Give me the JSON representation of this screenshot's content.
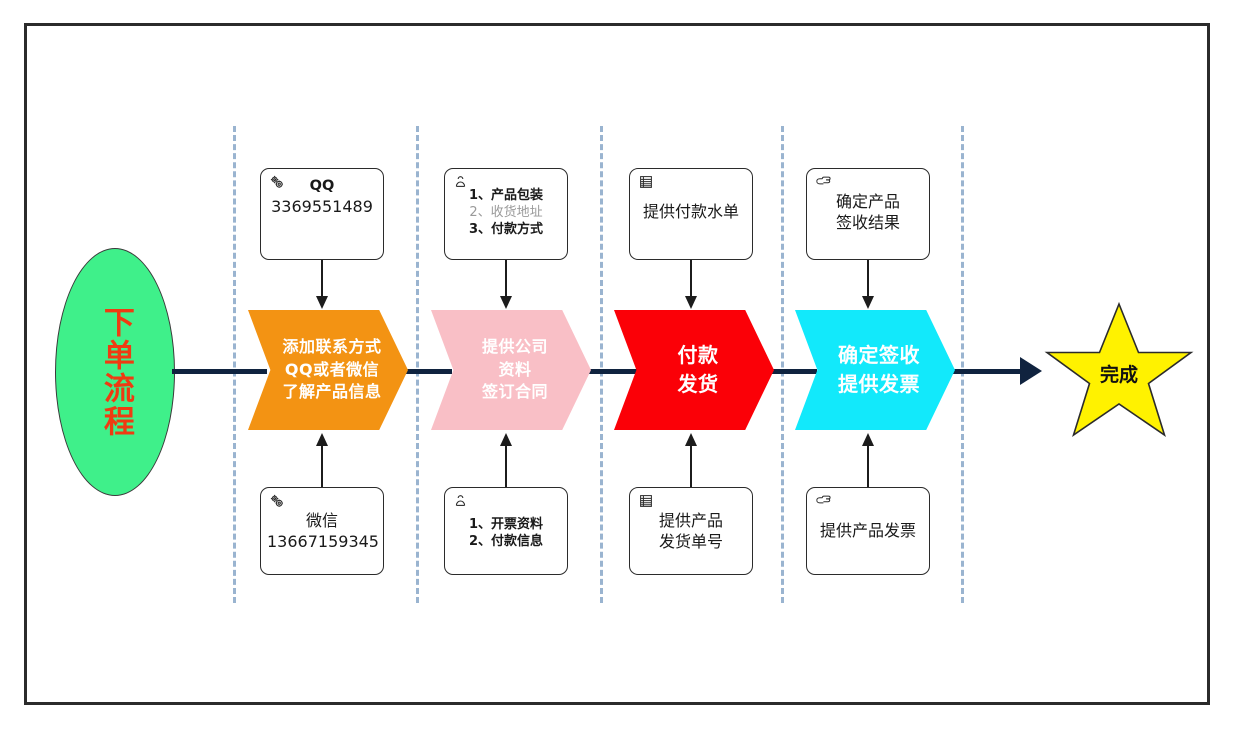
{
  "diagram": {
    "title": "下单流程",
    "start": {
      "label": "下单流程",
      "shape": "ellipse",
      "fill": "#3FF08A",
      "text_color": "#EF3B12"
    },
    "end": {
      "label": "完成",
      "shape": "star",
      "fill": "#FFF200",
      "text_color": "#111111"
    },
    "stages": [
      {
        "id": "stage-1",
        "fill": "#F39313",
        "lines": [
          "添加联系方式",
          "QQ或者微信",
          "了解产品信息"
        ],
        "top_note": {
          "icon": "gears-icon",
          "icon_glyph": "⚙",
          "lines": [
            {
              "text": "QQ",
              "style": "bold"
            },
            {
              "text": "3369551489",
              "style": "normal"
            }
          ]
        },
        "bottom_note": {
          "icon": "gears-icon",
          "icon_glyph": "⚙",
          "lines": [
            {
              "text": "微信",
              "style": "normal"
            },
            {
              "text": "13667159345",
              "style": "normal"
            }
          ]
        }
      },
      {
        "id": "stage-2",
        "fill": "#F9BFC6",
        "lines": [
          "提供公司",
          "资料",
          "签订合同"
        ],
        "top_note": {
          "icon": "person-icon",
          "icon_glyph": "👤",
          "lines": [
            {
              "text": "1、产品包装",
              "style": "bold"
            },
            {
              "text": "2、收货地址",
              "style": "dim"
            },
            {
              "text": "3、付款方式",
              "style": "bold"
            }
          ]
        },
        "bottom_note": {
          "icon": "person-icon",
          "icon_glyph": "👤",
          "lines": [
            {
              "text": "1、开票资料",
              "style": "bold"
            },
            {
              "text": "2、付款信息",
              "style": "bold"
            }
          ]
        }
      },
      {
        "id": "stage-3",
        "fill": "#FB0007",
        "lines": [
          "付款",
          "发货"
        ],
        "top_note": {
          "icon": "list-document-icon",
          "icon_glyph": "▤",
          "lines": [
            {
              "text": "提供付款水单",
              "style": "normal"
            }
          ]
        },
        "bottom_note": {
          "icon": "list-document-icon",
          "icon_glyph": "▤",
          "lines": [
            {
              "text": "提供产品",
              "style": "normal"
            },
            {
              "text": "发货单号",
              "style": "normal"
            }
          ]
        }
      },
      {
        "id": "stage-4",
        "fill": "#12E9FB",
        "lines": [
          "确定签收",
          "提供发票"
        ],
        "top_note": {
          "icon": "pointing-hand-icon",
          "icon_glyph": "☞",
          "lines": [
            {
              "text": "确定产品",
              "style": "normal"
            },
            {
              "text": "签收结果",
              "style": "normal"
            }
          ]
        },
        "bottom_note": {
          "icon": "pointing-hand-icon",
          "icon_glyph": "☞",
          "lines": [
            {
              "text": "提供产品发票",
              "style": "normal"
            }
          ]
        }
      }
    ],
    "colors": {
      "frame_border": "#2B2B2B",
      "lane_separator": "#9AB4D0",
      "spine": "#10233F",
      "connector": "#1C1C1C",
      "note_border": "#2B2B2B"
    }
  }
}
